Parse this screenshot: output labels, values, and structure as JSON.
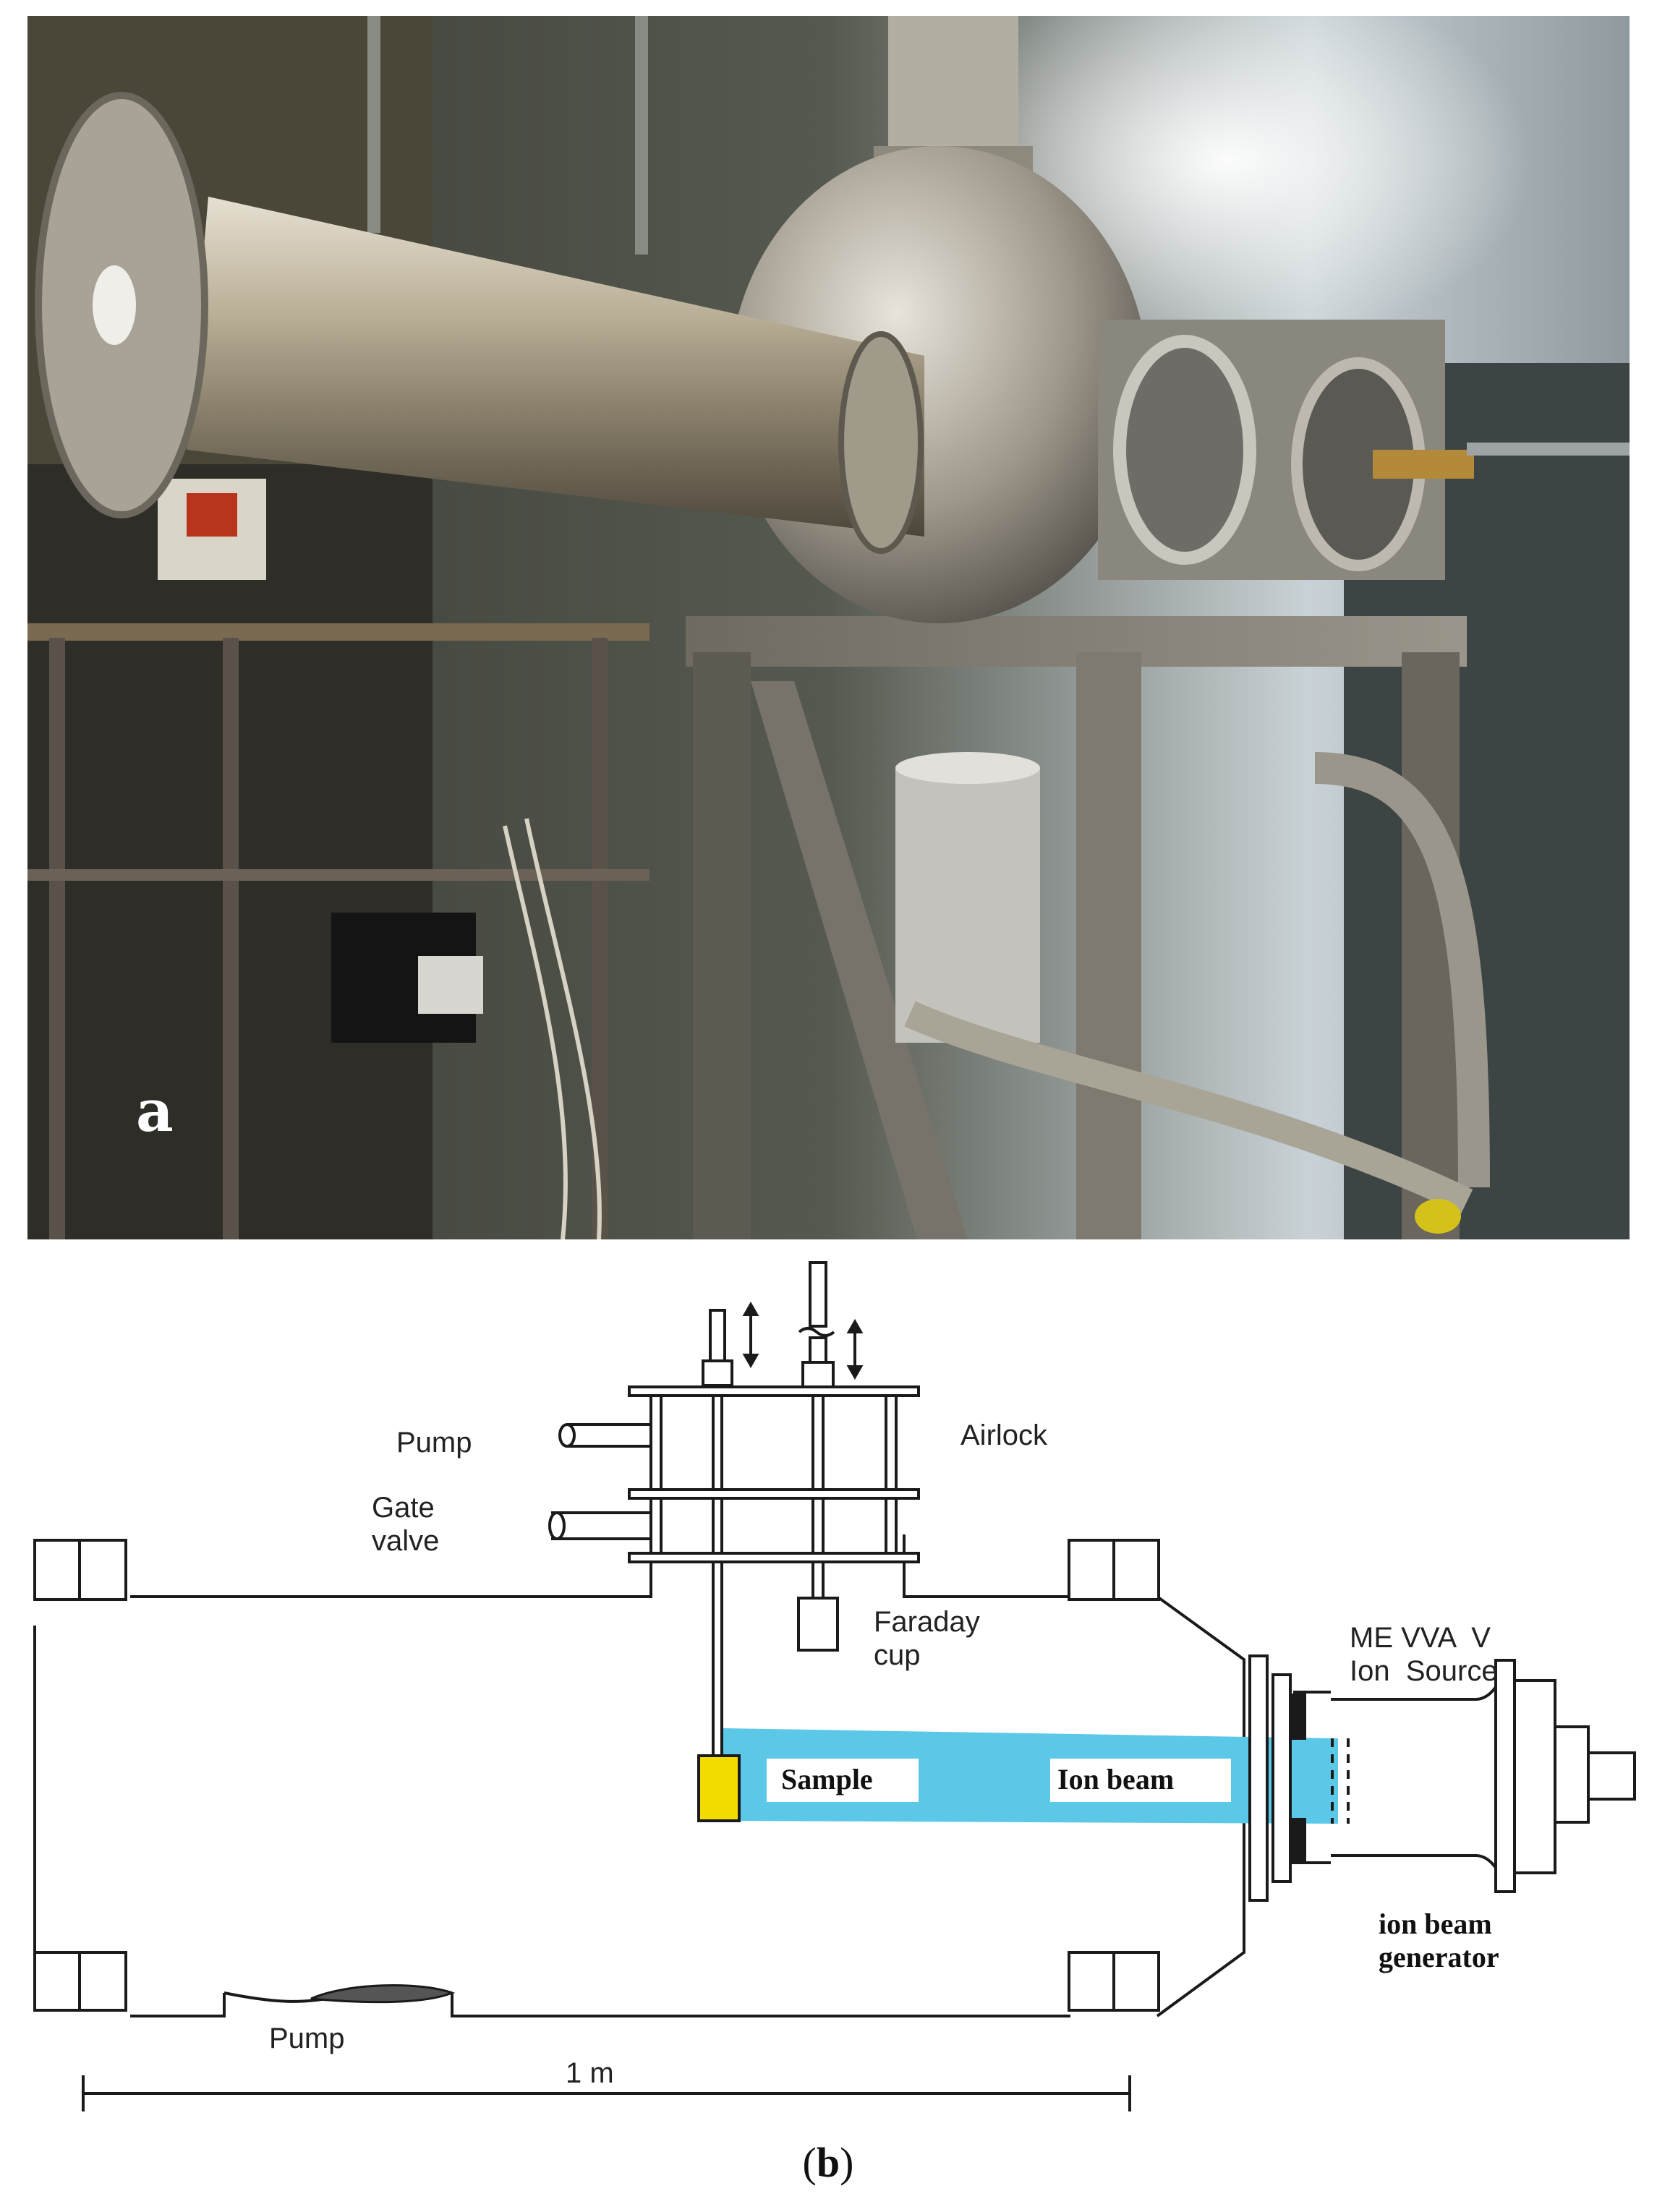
{
  "panel_a": {
    "label": "a"
  },
  "panel_b": {
    "caption_open": "(",
    "caption_letter": "b",
    "caption_close": ")",
    "labels": {
      "pump_top": "Pump",
      "gate_valve_1": "Gate",
      "gate_valve_2": "valve",
      "airlock": "Airlock",
      "faraday_1": "Faraday",
      "faraday_2": "cup",
      "source_1": "ME VVA  V",
      "source_2": "Ion  Source",
      "sample": "Sample",
      "ion_beam": "Ion beam",
      "generator_1": "ion beam",
      "generator_2": "generator",
      "pump_bottom": "Pump",
      "scale": "1 m"
    },
    "colors": {
      "ion_beam": "#5bc8e8",
      "sample": "#f2dc00"
    }
  }
}
